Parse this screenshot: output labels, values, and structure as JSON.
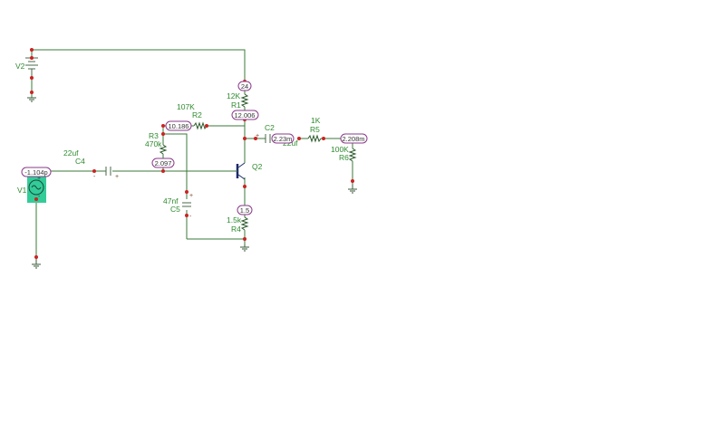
{
  "components": {
    "V1": {
      "ref": "V1"
    },
    "V2": {
      "ref": "V2"
    },
    "R1": {
      "ref": "R1",
      "value": "12K"
    },
    "R2": {
      "ref": "R2",
      "value": "107K"
    },
    "R3": {
      "ref": "R3",
      "value": "470k"
    },
    "R4": {
      "ref": "R4",
      "value": "1.5k"
    },
    "R5": {
      "ref": "R5",
      "value": "1K"
    },
    "R6": {
      "ref": "R6",
      "value": "100K"
    },
    "C2": {
      "ref": "C2",
      "value": "22uf"
    },
    "C4": {
      "ref": "C4",
      "value": "22uf"
    },
    "C5": {
      "ref": "C5",
      "value": "47nf"
    },
    "Q2": {
      "ref": "Q2"
    }
  },
  "probes": {
    "vin": "-1.104p",
    "vcc": "24",
    "collector": "12.006",
    "r2_left": "10.186",
    "base": "2.097",
    "c2_out": "2.23m",
    "vout": "2.208m",
    "emitter": "1.5"
  },
  "polarity": {
    "plus": "+",
    "minus": "-"
  }
}
